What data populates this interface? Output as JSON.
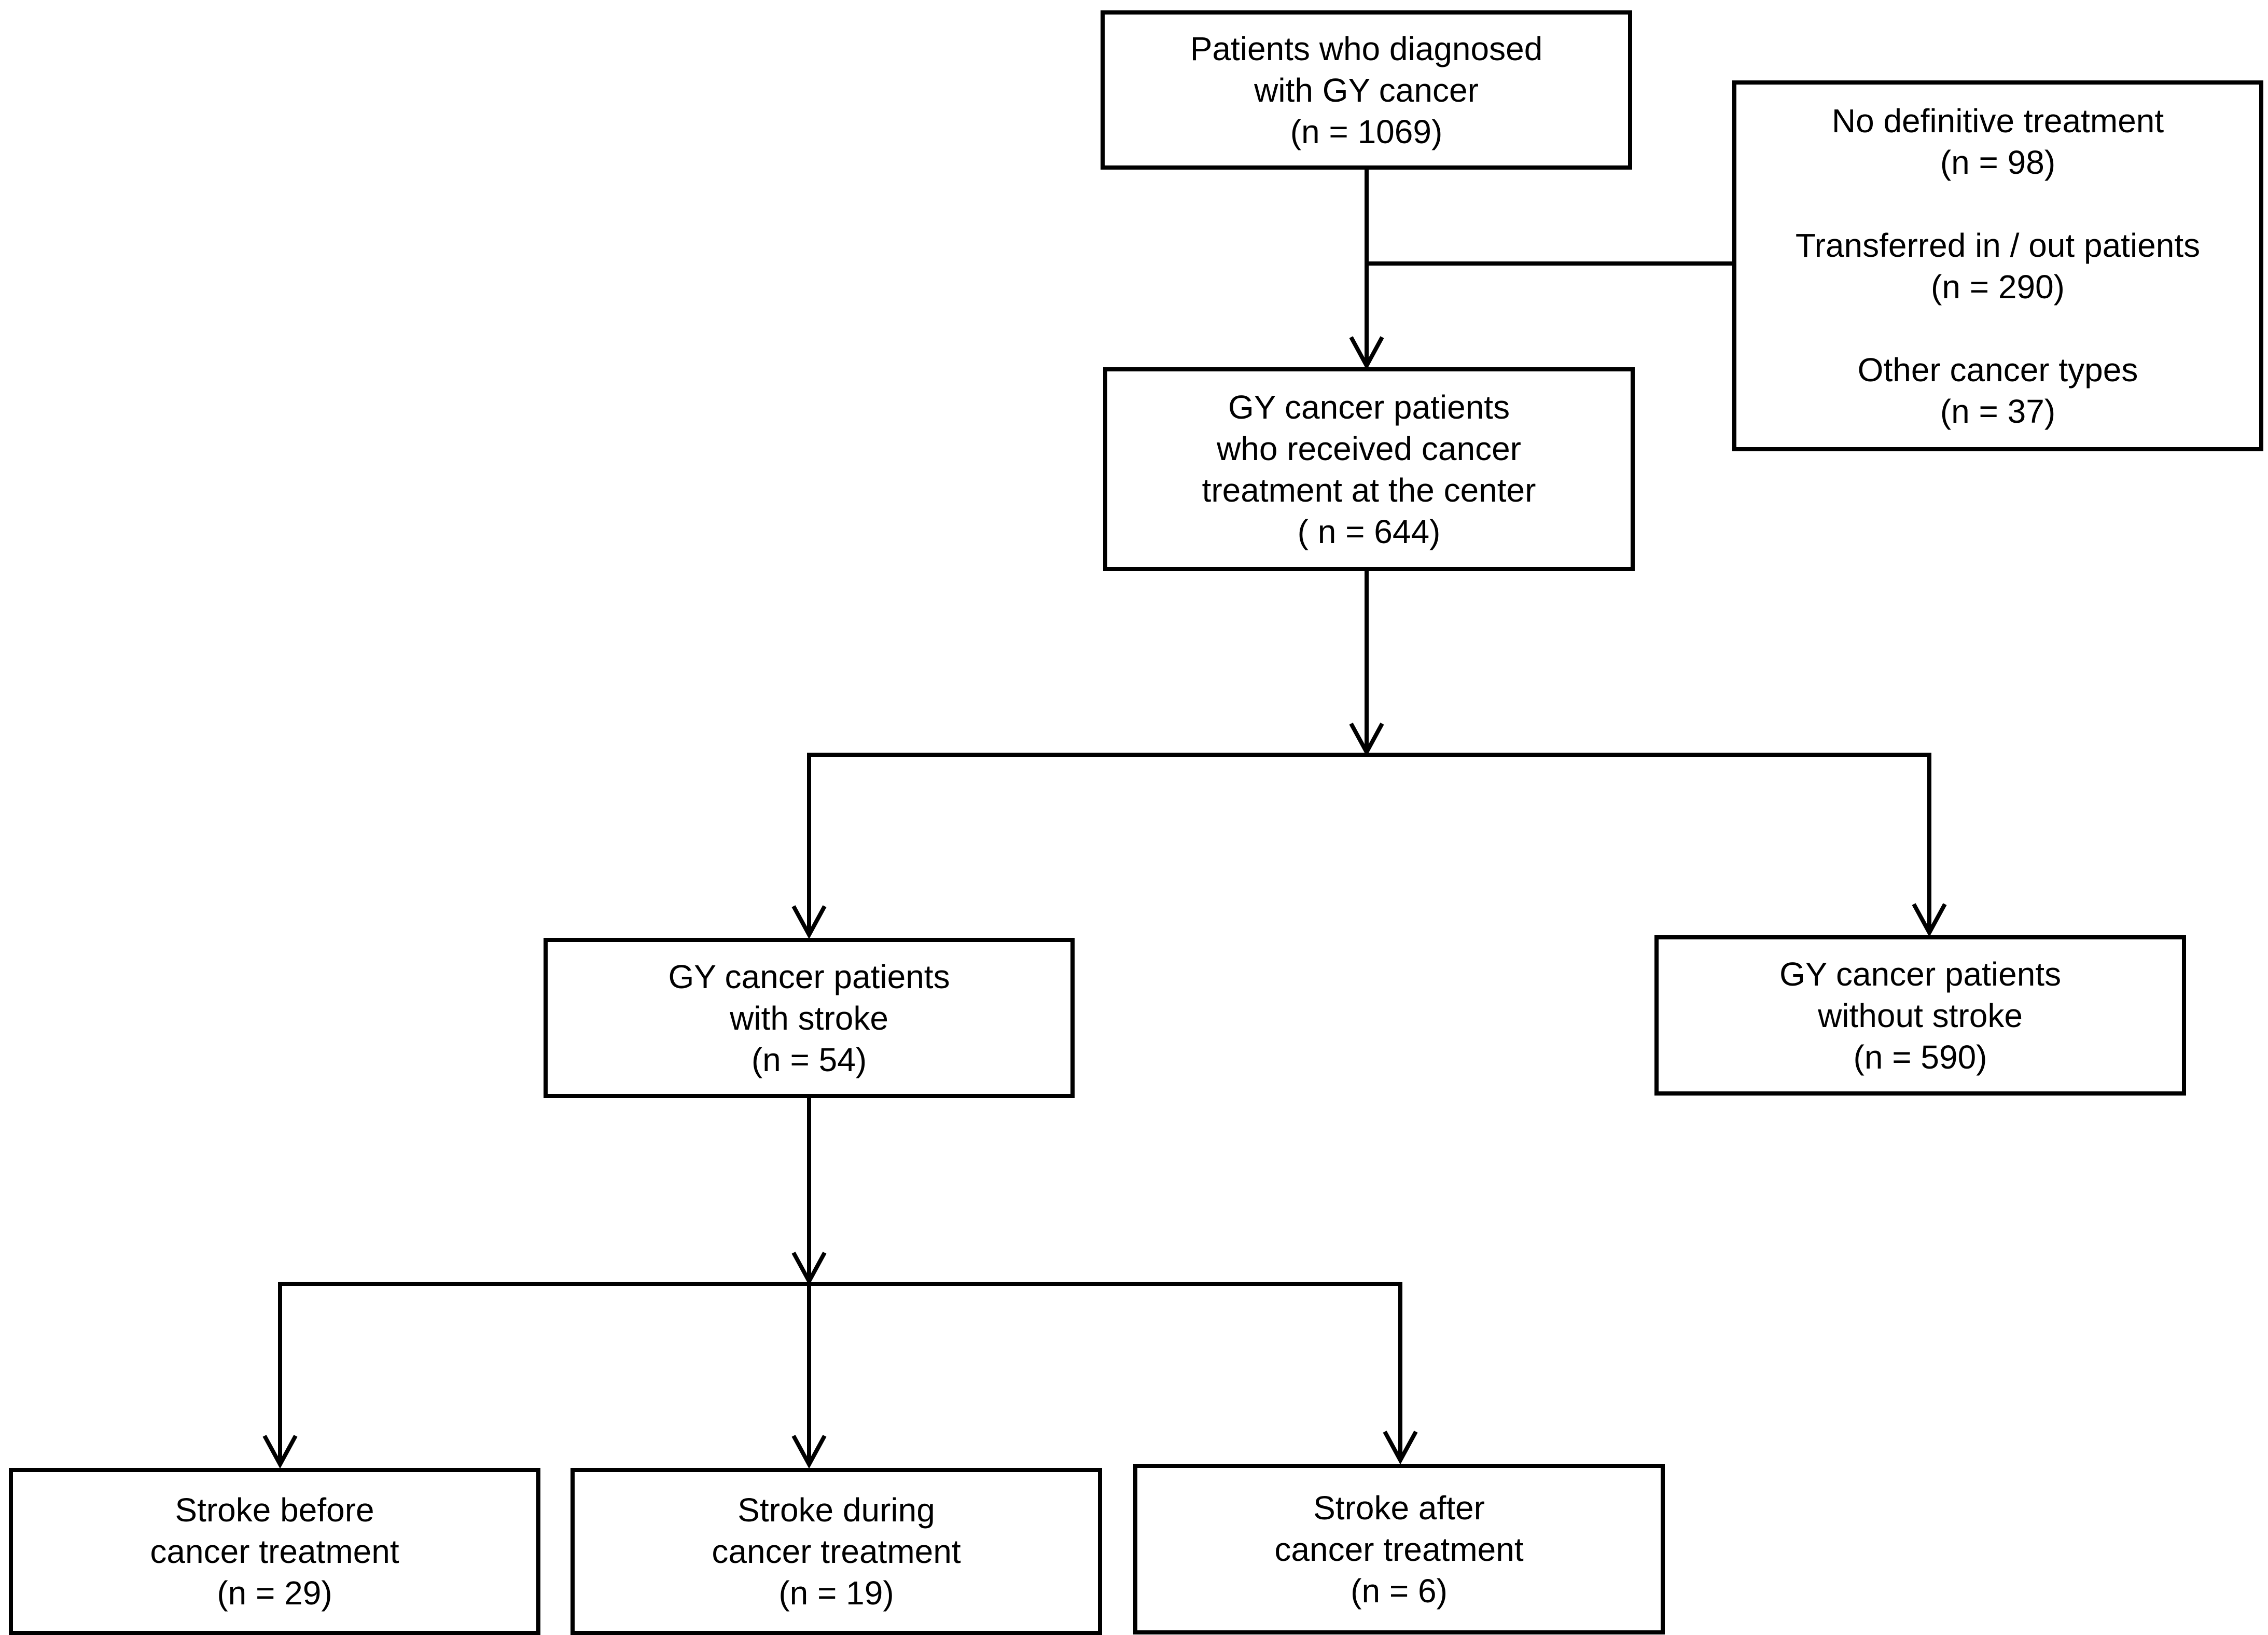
{
  "diagram": {
    "boxes": {
      "diagnosed": {
        "line1": "Patients who diagnosed",
        "line2": "with GY cancer",
        "count": "(n = 1069)"
      },
      "excluded": {
        "no_treatment": "No definitive treatment",
        "no_treatment_count": "(n = 98)",
        "transferred": "Transferred in / out patients",
        "transferred_count": "(n = 290)",
        "other_types": "Other cancer types",
        "other_types_count": "(n = 37)"
      },
      "treated": {
        "line1": "GY cancer patients",
        "line2": "who received cancer",
        "line3": "treatment at the center",
        "count": "( n = 644)"
      },
      "with_stroke": {
        "line1": "GY cancer patients",
        "line2": "with stroke",
        "count": "(n = 54)"
      },
      "without_stroke": {
        "line1": "GY cancer patients",
        "line2": "without stroke",
        "count": "(n = 590)"
      },
      "stroke_before": {
        "line1": "Stroke before",
        "line2": "cancer treatment",
        "count": "(n = 29)"
      },
      "stroke_during": {
        "line1": "Stroke during",
        "line2": "cancer treatment",
        "count": "(n = 19)"
      },
      "stroke_after": {
        "line1": "Stroke after",
        "line2": "cancer treatment",
        "count": "(n = 6)"
      }
    }
  }
}
